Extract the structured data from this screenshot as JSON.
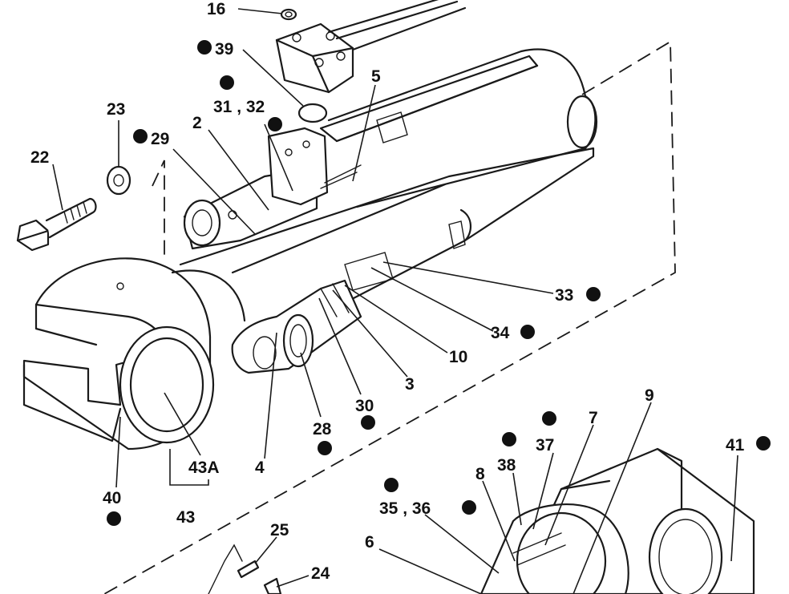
{
  "labels": [
    {
      "id": "p16",
      "text": "16"
    },
    {
      "id": "p39",
      "text": "39"
    },
    {
      "id": "p5",
      "text": "5"
    },
    {
      "id": "p31-32",
      "text": "31 , 32"
    },
    {
      "id": "p23",
      "text": "23"
    },
    {
      "id": "p2",
      "text": "2"
    },
    {
      "id": "p29",
      "text": "29"
    },
    {
      "id": "p22",
      "text": "22"
    },
    {
      "id": "p33",
      "text": "33"
    },
    {
      "id": "p34",
      "text": "34"
    },
    {
      "id": "p10",
      "text": "10"
    },
    {
      "id": "p3",
      "text": "3"
    },
    {
      "id": "p30",
      "text": "30"
    },
    {
      "id": "p28",
      "text": "28"
    },
    {
      "id": "p4",
      "text": "4"
    },
    {
      "id": "p43A",
      "text": "43A"
    },
    {
      "id": "p43",
      "text": "43"
    },
    {
      "id": "p40",
      "text": "40"
    },
    {
      "id": "p9",
      "text": "9"
    },
    {
      "id": "p7",
      "text": "7"
    },
    {
      "id": "p37",
      "text": "37"
    },
    {
      "id": "p38",
      "text": "38"
    },
    {
      "id": "p41",
      "text": "41"
    },
    {
      "id": "p8",
      "text": "8"
    },
    {
      "id": "p35-36",
      "text": "35 , 36"
    },
    {
      "id": "p6",
      "text": "6"
    },
    {
      "id": "p25",
      "text": "25"
    },
    {
      "id": "p24",
      "text": "24"
    }
  ],
  "marker_icon": "filled-circle"
}
